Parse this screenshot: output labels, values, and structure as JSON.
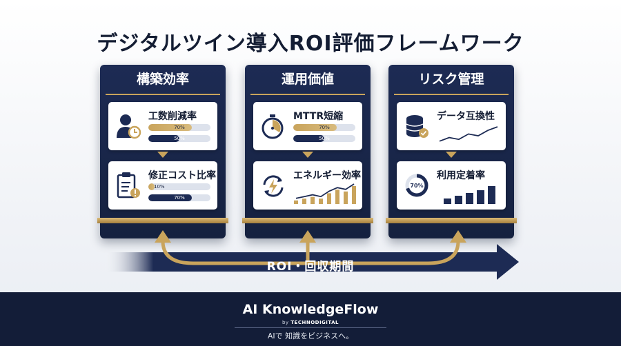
{
  "title": "デジタルツイン導入ROI評価フレームワーク",
  "columns": [
    {
      "title": "構築効率",
      "cards": [
        {
          "label": "工数削減率",
          "icon": "user-clock-icon",
          "bars": [
            {
              "text": "70%",
              "value": 0.7,
              "color": "gold"
            },
            {
              "text": "50%",
              "value": 0.5,
              "color": "navy"
            }
          ]
        },
        {
          "label": "修正コスト比率",
          "icon": "clipboard-alert-icon",
          "bars": [
            {
              "text": "10%",
              "value": 0.1,
              "color": "gold"
            },
            {
              "text": "70%",
              "value": 0.7,
              "color": "navy"
            }
          ]
        }
      ]
    },
    {
      "title": "運用価値",
      "cards": [
        {
          "label": "MTTR短縮",
          "icon": "stopwatch-icon",
          "bars": [
            {
              "text": "70%",
              "value": 0.7,
              "color": "gold"
            },
            {
              "text": "50%",
              "value": 0.5,
              "color": "navy"
            }
          ]
        },
        {
          "label": "エネルギー効率",
          "icon": "energy-cycle-icon",
          "chart": {
            "type": "bar-line",
            "values": [
              2,
              3,
              4,
              3,
              6,
              8,
              7,
              10
            ]
          }
        }
      ]
    },
    {
      "title": "リスク管理",
      "cards": [
        {
          "label": "データ互換性",
          "icon": "database-check-icon",
          "chart": {
            "type": "line",
            "values": [
              2,
              4,
              3,
              6,
              5,
              8,
              10
            ]
          }
        },
        {
          "label": "利用定着率",
          "icon": "donut-70-icon",
          "donut_text": "70%",
          "donut_value": 0.7,
          "chart": {
            "type": "bar",
            "values": [
              4,
              6,
              8,
              10,
              13
            ]
          }
        }
      ]
    }
  ],
  "flow_label": "ROI・回収期間",
  "footer": {
    "brand": "AI KnowledgeFlow",
    "by_prefix": "by",
    "by_company": "TECHNODIGITAL",
    "tagline": "AIで 知識をビジネスへ。"
  },
  "colors": {
    "navy": "#1d2b54",
    "gold": "#c9a45c",
    "footer_bg": "#131d38"
  }
}
